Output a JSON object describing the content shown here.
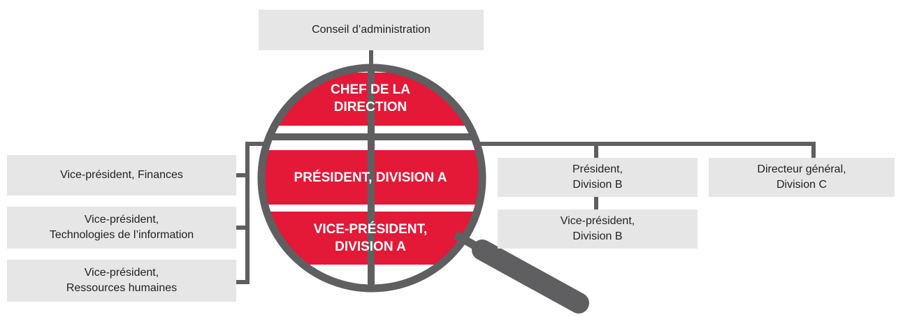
{
  "org_chart": {
    "board": "Conseil d’administration",
    "ceo": "CHEF DE LA\nDIRECTION",
    "president_a": "PRÉSIDENT, DIVISION A",
    "vp_a": "VICE-PRÉSIDENT,\nDIVISION A",
    "left_column": [
      "Vice-président, Finances",
      "Vice-président,\nTechnologies de l’information",
      "Vice-président,\nRessources humaines"
    ],
    "president_b": "Président,\nDivision B",
    "vp_b": "Vice-président,\nDivision B",
    "director_c": "Directeur général,\nDivision C"
  },
  "colors": {
    "box_fill": "#e6e6e6",
    "highlight_red": "#e31937",
    "connector_gray": "#5f5f61",
    "text_dark": "#231f20"
  }
}
